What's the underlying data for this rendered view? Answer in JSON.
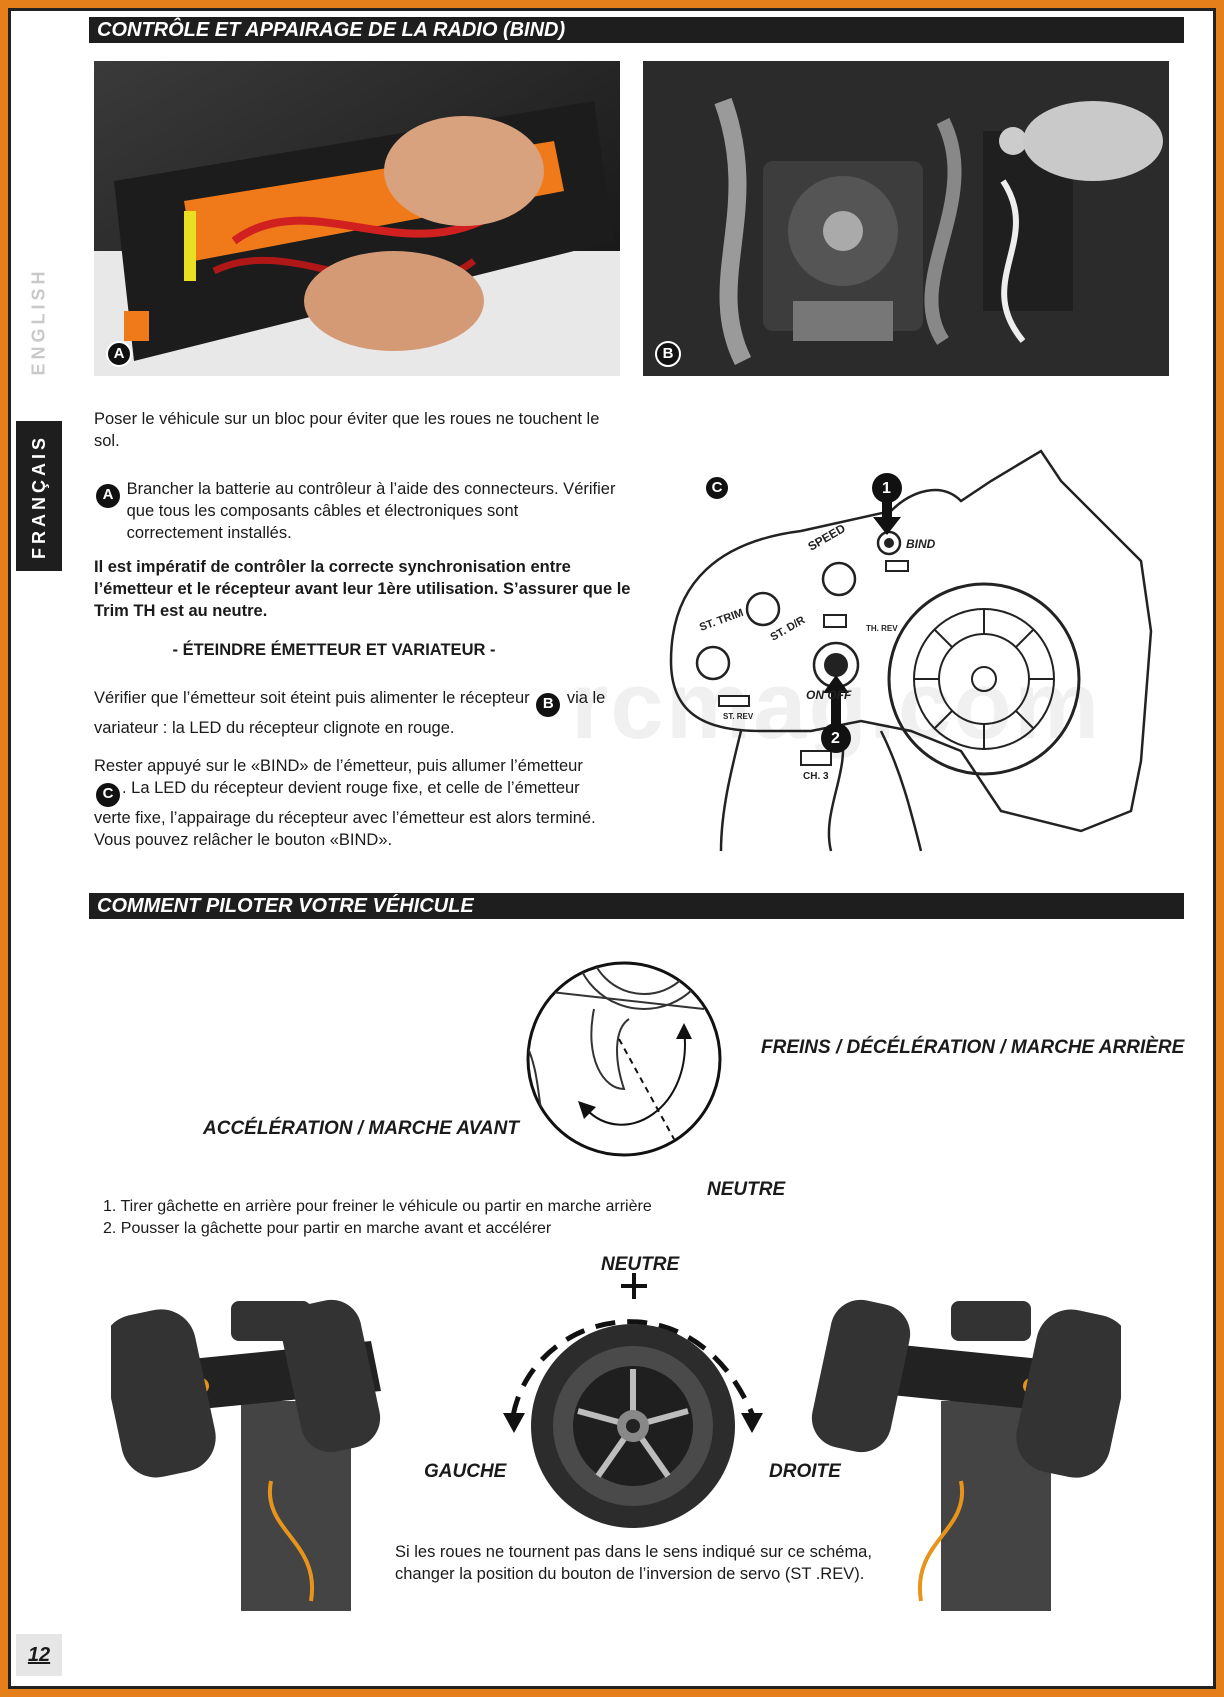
{
  "side_tabs": {
    "english": "ENGLISH",
    "francais": "FRANÇAIS"
  },
  "page_number": "12",
  "watermark": "rcmag.com",
  "section1": {
    "title": "CONTRÔLE ET APPAIRAGE DE LA RADIO (BIND)",
    "photo_a_label": "A",
    "photo_b_label": "B",
    "diagram_c_label": "C",
    "intro": "Poser le véhicule sur un bloc pour éviter que les roues ne touchent le sol.",
    "step_a": "Brancher la batterie au contrôleur à l’aide des connecteurs. Vérifier que tous les composants câbles et électroniques sont correctement installés.",
    "warning": "Il est impératif de contrôler la correcte synchronisation entre l’émetteur et le récepteur avant leur 1ère utilisation. S’assurer que le Trim TH est au neutre.",
    "subheading": "- ÉTEINDRE ÉMETTEUR ET VARIATEUR -",
    "para1_a": "Vérifier que l’émetteur soit éteint puis alimenter le récepteur",
    "para1_b": "via le variateur : la LED du récepteur clignote en rouge.",
    "para2_a": "Rester appuyé sur le «BIND» de l’émetteur, puis allumer l’émetteur",
    "para2_b": ". La LED du récepteur devient rouge fixe, et celle de l’émetteur verte fixe, l’appairage du récepteur avec l’émetteur est alors terminé. Vous pouvez relâcher le bouton «BIND».",
    "tx_labels": {
      "bind": "BIND",
      "speed": "SPEED",
      "st_dr": "ST. D/R",
      "st_trim": "ST. TRIM",
      "th_rev": "TH. REV",
      "st_rev": "ST. REV",
      "on_off": "ON  OFF",
      "ch3": "CH. 3",
      "step1": "1",
      "step2": "2"
    }
  },
  "section2": {
    "title": "COMMENT PILOTER VOTRE VÉHICULE",
    "label_brakes": "FREINS / DÉCÉLÉRATION / MARCHE ARRIÈRE",
    "label_accel": "ACCÉLÉRATION / MARCHE AVANT",
    "label_neutral_trigger": "NEUTRE",
    "instruction1": "1. Tirer gâchette en arrière pour freiner le véhicule ou partir en marche arrière",
    "instruction2": "2. Pousser la gâchette pour partir en marche avant et accélérer",
    "label_neutral_wheel": "NEUTRE",
    "label_left": "GAUCHE",
    "label_right": "DROITE",
    "note": "Si les roues ne tournent pas dans le sens indiqué sur ce schéma, changer la position du bouton de l’inversion de servo (ST .REV)."
  }
}
